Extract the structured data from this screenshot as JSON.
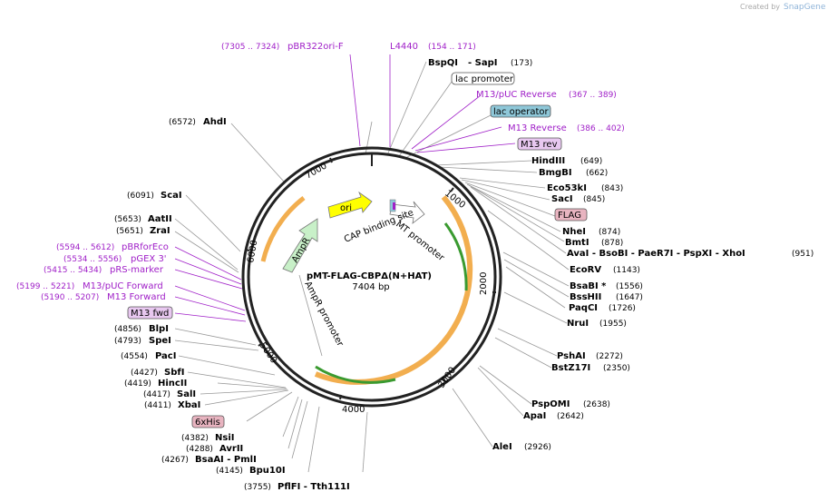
{
  "credit": {
    "prefix": "Created by",
    "brand": "SnapGene"
  },
  "plasmid": {
    "name": "pMT-FLAG-CBPΔ(N+HAT)",
    "length": "7404 bp"
  },
  "ticks": [
    "1000",
    "2000",
    "3000",
    "4000",
    "5000",
    "6000",
    "7000"
  ],
  "features": {
    "ori": "ori",
    "ampr": "AmpR",
    "ampr_promoter": "AmpR promoter",
    "mt_promoter": "MT promoter",
    "cap": "CAP binding site"
  },
  "top": {
    "pbr_pos": "(7305 .. 7324)",
    "pbr": "pBR322ori-F",
    "l4440": "L4440",
    "l4440_pos": "(154 .. 171)",
    "bspqi": "BspQI",
    "sapi": "SapI",
    "sapi_pos": "(173)",
    "lac_promoter": "lac promoter",
    "m13puc_rev": "M13/pUC Reverse",
    "m13puc_rev_pos": "(367 .. 389)",
    "lac_operator": "lac operator",
    "m13_rev": "M13 Reverse",
    "m13_rev_pos": "(386 .. 402)",
    "m13rev_box": "M13 rev"
  },
  "right": {
    "hindiii": "HindIII",
    "hindiii_pos": "(649)",
    "bmgbi": "BmgBI",
    "bmgbi_pos": "(662)",
    "eco53ki": "Eco53kI",
    "eco53ki_pos": "(843)",
    "saci": "SacI",
    "saci_pos": "(845)",
    "flag": "FLAG",
    "nhei": "NheI",
    "nhei_pos": "(874)",
    "bmti": "BmtI",
    "bmti_pos": "(878)",
    "avai": "AvaI",
    "bsobi": "BsoBI",
    "paer7i": "PaeR7I",
    "pspxi": "PspXI",
    "xhoi": "XhoI",
    "xhoi_pos": "(951)",
    "ecorv": "EcoRV",
    "ecorv_pos": "(1143)",
    "bsabi": "BsaBI",
    "bsabi_star": "*",
    "bsabi_pos": "(1556)",
    "psshii": "BssHII",
    "psshii_pos": "(1647)",
    "paqci": "PaqCI",
    "paqci_pos": "(1726)",
    "nrui": "NruI",
    "nrui_pos": "(1955)",
    "pshai": "PshAI",
    "pshai_pos": "(2272)",
    "bstz17i": "BstZ17I",
    "bstz17i_pos": "(2350)",
    "pspomi": "PspOMI",
    "pspomi_pos": "(2638)",
    "apai": "ApaI",
    "apai_pos": "(2642)",
    "alei": "AleI",
    "alei_pos": "(2926)"
  },
  "left": {
    "ahdi_pos": "(6572)",
    "ahdi": "AhdI",
    "scai_pos": "(6091)",
    "scai": "ScaI",
    "aatii_pos": "(5653)",
    "aatii": "AatII",
    "zrai_pos": "(5651)",
    "zrai": "ZraI",
    "pbrforeco_pos": "(5594 .. 5612)",
    "pbrforeco": "pBRforEco",
    "pgex3_pos": "(5534 .. 5556)",
    "pgex3": "pGEX 3'",
    "prs_pos": "(5415 .. 5434)",
    "prs": "pRS-marker",
    "m13puc_fwd_pos": "(5199 .. 5221)",
    "m13puc_fwd": "M13/pUC Forward",
    "m13_fwd_pos": "(5190 .. 5207)",
    "m13_fwd": "M13 Forward",
    "m13fwd_box": "M13 fwd",
    "blpi_pos": "(4856)",
    "blpi": "BlpI",
    "spei_pos": "(4793)",
    "spei": "SpeI",
    "paci_pos": "(4554)",
    "paci": "PacI",
    "sbfi_pos": "(4427)",
    "sbfi": "SbfI",
    "hincii_pos": "(4419)",
    "hincii": "HincII",
    "sali_pos": "(4417)",
    "sali": "SalI",
    "xbai_pos": "(4411)",
    "xbai": "XbaI",
    "his": "6xHis",
    "nsii_pos": "(4382)",
    "nsii": "NsiI",
    "avrii_pos": "(4288)",
    "avrii": "AvrII",
    "bsaai_pos": "(4267)",
    "bsaai": "BsaAI",
    "pmli": "PmlI",
    "bpu10i_pos": "(4145)",
    "bpu10i": "Bpu10I",
    "pflfi_pos": "(3755)",
    "pflfi": "PflFI",
    "tth111i": "Tth111I"
  },
  "colors": {
    "primer": "#a020c8",
    "orange": "#f0a030",
    "green": "#3a9a30",
    "ori": "#ffff00",
    "flag": "#e8b4c0",
    "his": "#e8b4c0",
    "lacop": "#8ec7d8"
  }
}
